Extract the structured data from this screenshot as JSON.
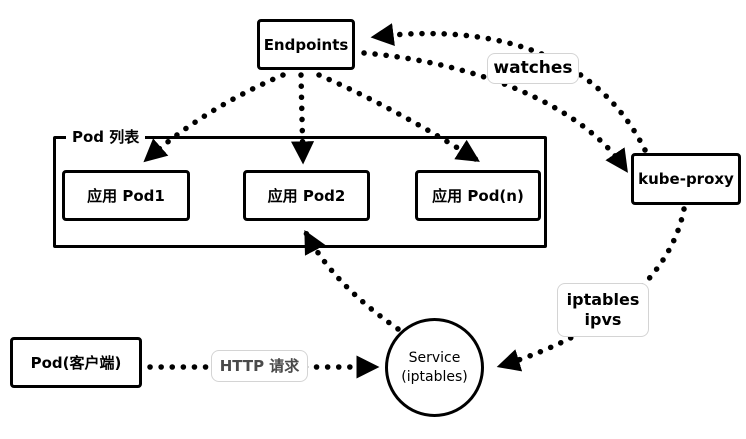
{
  "diagram": {
    "title": "Kubernetes Service / kube-proxy traffic diagram",
    "colors": {
      "stroke": "#000000",
      "background": "#ffffff",
      "edge_label_border": "#d4d4d4",
      "http_label_text": "#4a4a4a"
    },
    "nodes": {
      "endpoints": {
        "label": "Endpoints"
      },
      "pod_list": {
        "label": "Pod 列表"
      },
      "pod1": {
        "label": "应用 Pod1"
      },
      "pod2": {
        "label": "应用 Pod2"
      },
      "podn": {
        "label": "应用 Pod(n)"
      },
      "kube_proxy": {
        "label": "kube-proxy"
      },
      "service": {
        "line1": "Service",
        "line2": "(iptables)"
      },
      "pod_client": {
        "label": "Pod(客户端)"
      }
    },
    "edge_labels": {
      "watches": "watches",
      "iptables": "iptables",
      "ipvs": "ipvs",
      "http_request": "HTTP 请求"
    },
    "edges": [
      {
        "from": "endpoints",
        "to": "pod1",
        "style": "dotted-arrow"
      },
      {
        "from": "endpoints",
        "to": "pod2",
        "style": "dotted-arrow"
      },
      {
        "from": "endpoints",
        "to": "podn",
        "style": "dotted-arrow"
      },
      {
        "from": "kube_proxy",
        "to": "endpoints",
        "label": "watches",
        "style": "dotted-arrow"
      },
      {
        "from": "endpoints",
        "to": "kube_proxy",
        "label": "watches",
        "style": "dotted-arrow"
      },
      {
        "from": "kube_proxy",
        "to": "service",
        "label": "iptables ipvs",
        "style": "dotted-arrow"
      },
      {
        "from": "pod_client",
        "to": "service",
        "label": "HTTP 请求",
        "style": "dotted-arrow"
      },
      {
        "from": "service",
        "to": "pod2",
        "style": "dotted-arrow"
      }
    ]
  }
}
